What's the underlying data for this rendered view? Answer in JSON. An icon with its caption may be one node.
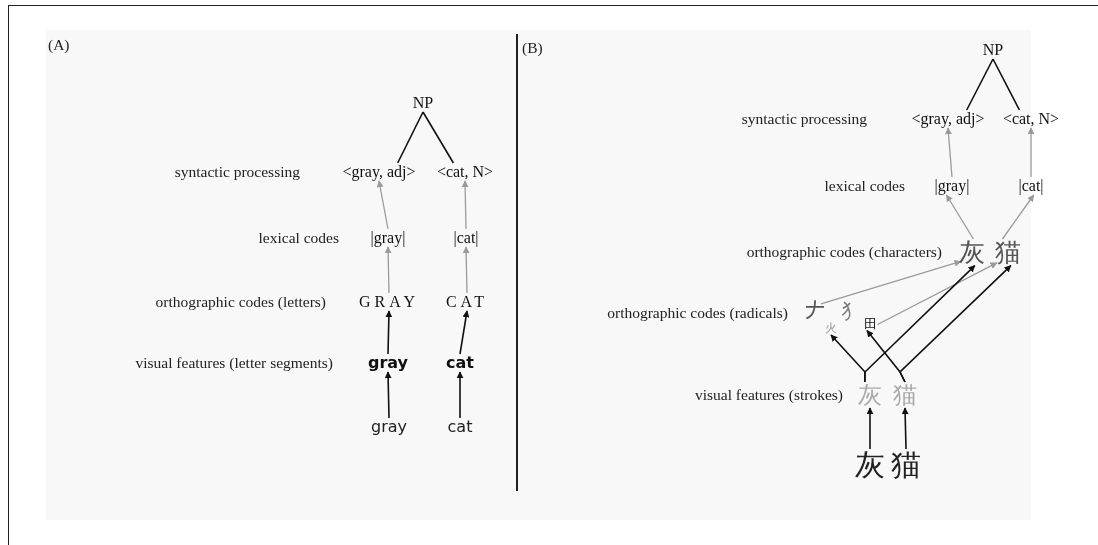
{
  "diagram": {
    "nodes": [
      {
        "text": [
          "NP"
        ]
      },
      {
        "text": [
          "<gray, adj>"
        ]
      },
      {
        "text": [
          "<cat, N>"
        ]
      },
      {
        "text": [
          "|gray|"
        ]
      },
      {
        "text": [
          "|cat|"
        ]
      },
      {
        "text": [
          "GRAY"
        ]
      },
      {
        "text": [
          "CAT"
        ]
      },
      {
        "text": [
          "gray"
        ]
      },
      {
        "text": [
          "cat"
        ]
      },
      {
        "text": [
          "gray"
        ]
      },
      {
        "text": [
          "cat"
        ]
      },
      {
        "text": [
          "NP"
        ]
      },
      {
        "text": [
          "<gray, adj>"
        ]
      },
      {
        "text": [
          "<cat, N>"
        ]
      },
      {
        "text": [
          "|gray|"
        ]
      },
      {
        "text": [
          "|cat|"
        ]
      },
      {
        "text": [
          "灰"
        ]
      },
      {
        "text": [
          "猫"
        ]
      },
      {
        "text": [
          "𠂇"
        ]
      },
      {
        "text": [
          "火"
        ]
      },
      {
        "text": [
          "犭"
        ]
      },
      {
        "text": [
          "田"
        ]
      },
      {
        "text": [
          "灰"
        ]
      },
      {
        "text": [
          "猫"
        ]
      },
      {
        "text": [
          "灰"
        ]
      },
      {
        "text": [
          "猫"
        ]
      }
    ],
    "edges": [
      {
        "from": 0,
        "to": 1,
        "arrow": "none"
      },
      {
        "from": 0,
        "to": 2,
        "arrow": "none"
      },
      {
        "from": 3,
        "to": 1,
        "arrow": "to",
        "color": "#9a9a9a"
      },
      {
        "from": 4,
        "to": 2,
        "arrow": "to",
        "color": "#9a9a9a"
      },
      {
        "from": 5,
        "to": 3,
        "arrow": "to",
        "color": "#9a9a9a"
      },
      {
        "from": 6,
        "to": 4,
        "arrow": "to",
        "color": "#9a9a9a"
      },
      {
        "from": 7,
        "to": 5,
        "arrow": "to"
      },
      {
        "from": 8,
        "to": 6,
        "arrow": "to"
      },
      {
        "from": 9,
        "to": 7,
        "arrow": "to"
      },
      {
        "from": 10,
        "to": 8,
        "arrow": "to"
      },
      {
        "from": 11,
        "to": 12,
        "arrow": "none"
      },
      {
        "from": 11,
        "to": 13,
        "arrow": "none"
      },
      {
        "from": 14,
        "to": 12,
        "arrow": "to",
        "color": "#9a9a9a"
      },
      {
        "from": 15,
        "to": 13,
        "arrow": "to",
        "color": "#9a9a9a"
      },
      {
        "from": 16,
        "to": 14,
        "arrow": "to",
        "color": "#9a9a9a"
      },
      {
        "from": 17,
        "to": 15,
        "arrow": "to",
        "color": "#9a9a9a"
      },
      {
        "from": 18,
        "to": 16,
        "arrow": "to",
        "color": "#9a9a9a"
      },
      {
        "from": 21,
        "to": 17,
        "arrow": "to",
        "color": "#9a9a9a"
      },
      {
        "from": 22,
        "to": 19,
        "arrow": "to"
      },
      {
        "from": 22,
        "to": 16,
        "arrow": "to"
      },
      {
        "from": 23,
        "to": 21,
        "arrow": "to"
      },
      {
        "from": 23,
        "to": 17,
        "arrow": "to"
      },
      {
        "from": 24,
        "to": 22,
        "arrow": "to"
      },
      {
        "from": 25,
        "to": 23,
        "arrow": "to"
      }
    ],
    "labels": [
      "(A)",
      "syntactic processing",
      "lexical codes",
      "orthographic codes (letters)",
      "visual features (letter segments)",
      "(B)",
      "syntactic processing",
      "lexical codes",
      "orthographic codes (characters)",
      "orthographic codes (radicals)",
      "visual features (strokes)"
    ]
  }
}
